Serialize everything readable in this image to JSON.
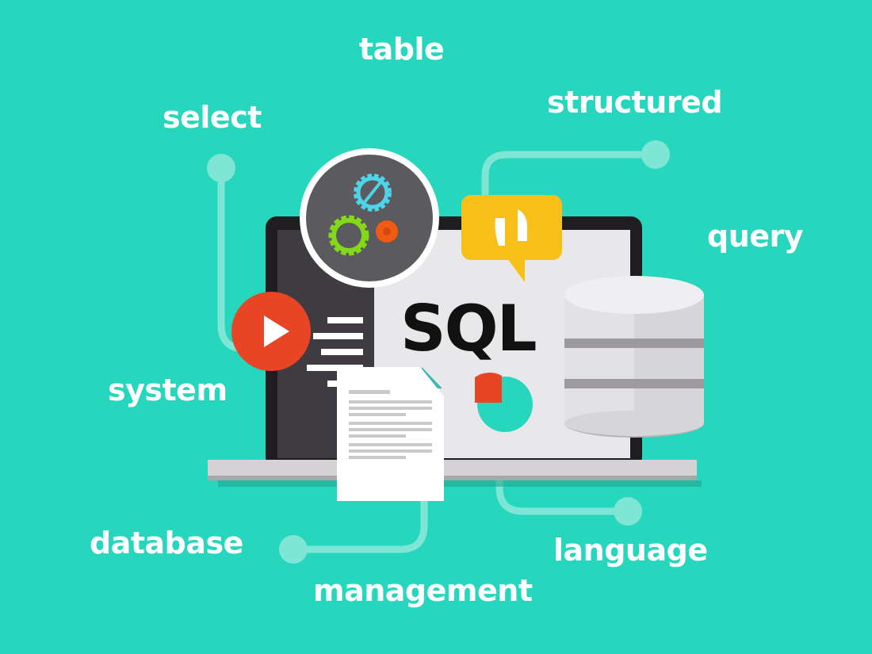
{
  "illustration": {
    "title": "SQL",
    "keywords": {
      "table": "table",
      "select": "select",
      "structured": "structured",
      "query": "query",
      "system": "system",
      "database": "database",
      "management": "management",
      "language": "language"
    },
    "icons": [
      "gears-icon",
      "speech-bubble-icon",
      "play-icon",
      "document-icon",
      "pie-chart-icon",
      "database-icon",
      "laptop-icon"
    ],
    "colors": {
      "background": "#26d7bd",
      "connector": "#7fe6d6",
      "play": "#e84526",
      "bubble": "#f7bf18",
      "gear_blue": "#4fd3e6",
      "gear_green": "#84d81a",
      "gear_orange": "#f05a12",
      "laptop_frame": "#1f1d20",
      "screen": "#e8e7e9"
    }
  }
}
